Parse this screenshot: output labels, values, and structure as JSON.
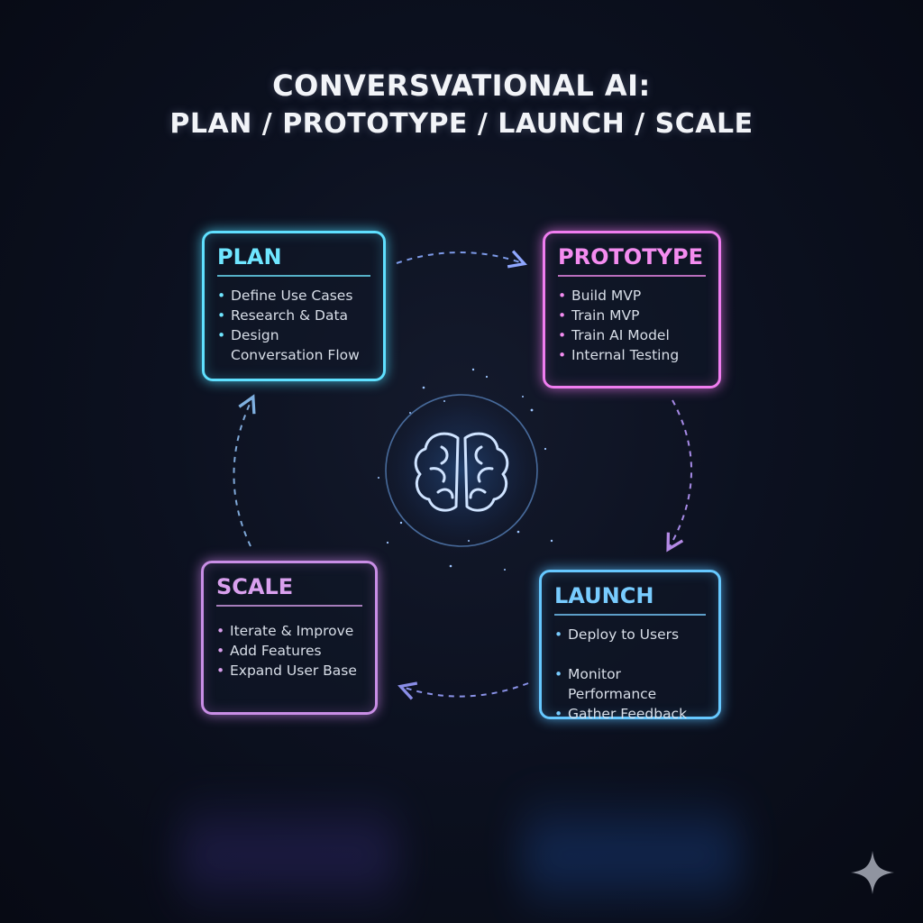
{
  "title": {
    "line1": "CONVERSVATIONAL AI:",
    "line2": "PLAN / PROTOTYPE / LAUNCH / SCALE"
  },
  "center": {
    "icon": "brain-icon"
  },
  "stages": {
    "plan": {
      "title": "PLAN",
      "color": "#5fe0ff",
      "items": [
        "Define Use Cases",
        "Research & Data",
        "Design Conversation Flow"
      ]
    },
    "prototype": {
      "title": "PROTOTYPE",
      "color": "#f07df0",
      "items": [
        "Build MVP",
        "Train MVP",
        "Train AI Model",
        "Internal Testing"
      ]
    },
    "launch": {
      "title": "LAUNCH",
      "color": "#66c8ff",
      "items": [
        "Deploy to Users",
        "Monitor Performance",
        "Gather Feedback"
      ]
    },
    "scale": {
      "title": "SCALE",
      "color": "#c98ee6",
      "items": [
        "Iterate & Improve",
        "Add Features",
        "Expand User Base"
      ]
    }
  },
  "flow": [
    "plan",
    "prototype",
    "launch",
    "scale",
    "plan"
  ],
  "decor": {
    "corner_icon": "sparkle-icon"
  }
}
